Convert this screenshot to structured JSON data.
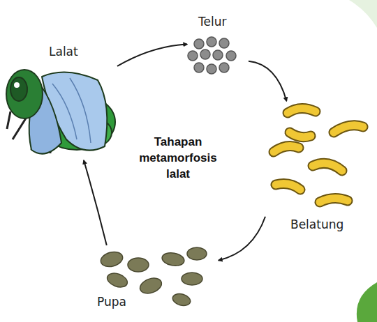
{
  "diagram": {
    "title": "Tahapan metamorfosis lalat",
    "nodes": [
      {
        "text": [
          "Lalat"
        ]
      },
      {
        "text": [
          "Telur"
        ]
      },
      {
        "text": [
          "Belatung"
        ]
      },
      {
        "text": [
          "Pupa"
        ]
      }
    ],
    "edges": [
      {
        "from": 0,
        "to": 1,
        "arrow": "to"
      },
      {
        "from": 1,
        "to": 2,
        "arrow": "to"
      },
      {
        "from": 2,
        "to": 3,
        "arrow": "to"
      },
      {
        "from": 3,
        "to": 0,
        "arrow": "to"
      }
    ]
  }
}
